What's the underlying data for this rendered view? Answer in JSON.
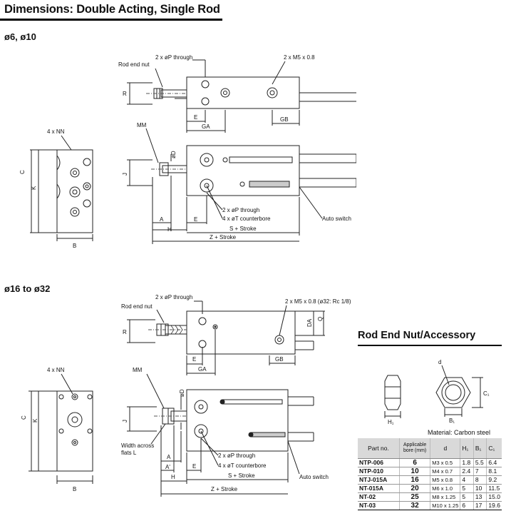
{
  "page": {
    "title": "Dimensions: Double Acting, Single Rod"
  },
  "small_bore": {
    "heading": "ø6, ø10",
    "labels": {
      "p_through": "2 x øP through",
      "m5": "2 x M5 x 0.8",
      "rod_end_nut": "Rod end nut",
      "r": "R",
      "e": "E",
      "ga": "GA",
      "gb": "GB",
      "nn": "4 x NN",
      "mm": "MM",
      "d": "øD",
      "c": "C",
      "k": "K",
      "j": "J",
      "b": "B",
      "a": "A",
      "h": "H",
      "e2": "E",
      "p_through2": "2 x øP through",
      "t_counterbore": "4 x øT counterbore",
      "s_stroke": "S + Stroke",
      "z_stroke": "Z + Stroke",
      "auto_switch": "Auto switch"
    }
  },
  "large_bore": {
    "heading": "ø16 to ø32",
    "labels": {
      "p_through": "2 x øP through",
      "m5": "2 x M5 x 0.8 (ø32: Rc 1/8)",
      "rod_end_nut": "Rod end nut",
      "r": "R",
      "da": "DA",
      "q": "Q",
      "e": "E",
      "ga": "GA",
      "gb": "GB",
      "nn": "4 x NN",
      "mm": "MM",
      "d": "øD",
      "c": "C",
      "k": "K",
      "j": "J",
      "b": "B",
      "width_across_1": "Width across",
      "width_across_2": "flats L",
      "a": "A",
      "a_prime": "A'",
      "h": "H",
      "e2": "E",
      "p_through2": "2 x øP through",
      "t_counterbore": "4 x øT counterbore",
      "s_stroke": "S + Stroke",
      "z_stroke": "Z + Stroke",
      "auto_switch": "Auto switch"
    }
  },
  "accessory": {
    "title": "Rod End Nut/Accessory",
    "labels": {
      "d": "d",
      "h1": "H₁",
      "b1": "B₁",
      "c1": "C₁"
    },
    "material": "Material: Carbon steel",
    "headers": [
      "Part no.",
      "Applicable bore (mm)",
      "d",
      "H₁",
      "B₁",
      "C₁"
    ],
    "rows": [
      [
        "NTP-006",
        "6",
        "M3 x 0.5",
        "1.8",
        "5.5",
        "6.4"
      ],
      [
        "NTP-010",
        "10",
        "M4 x 0.7",
        "2.4",
        "7",
        "8.1"
      ],
      [
        "NTJ-015A",
        "16",
        "M5 x 0.8",
        "4",
        "8",
        "9.2"
      ],
      [
        "NT-015A",
        "20",
        "M6 x 1.0",
        "5",
        "10",
        "11.5"
      ],
      [
        "NT-02",
        "25",
        "M8 x 1.25",
        "5",
        "13",
        "15.0"
      ],
      [
        "NT-03",
        "32",
        "M10 x 1.25",
        "6",
        "17",
        "19.6"
      ]
    ]
  }
}
